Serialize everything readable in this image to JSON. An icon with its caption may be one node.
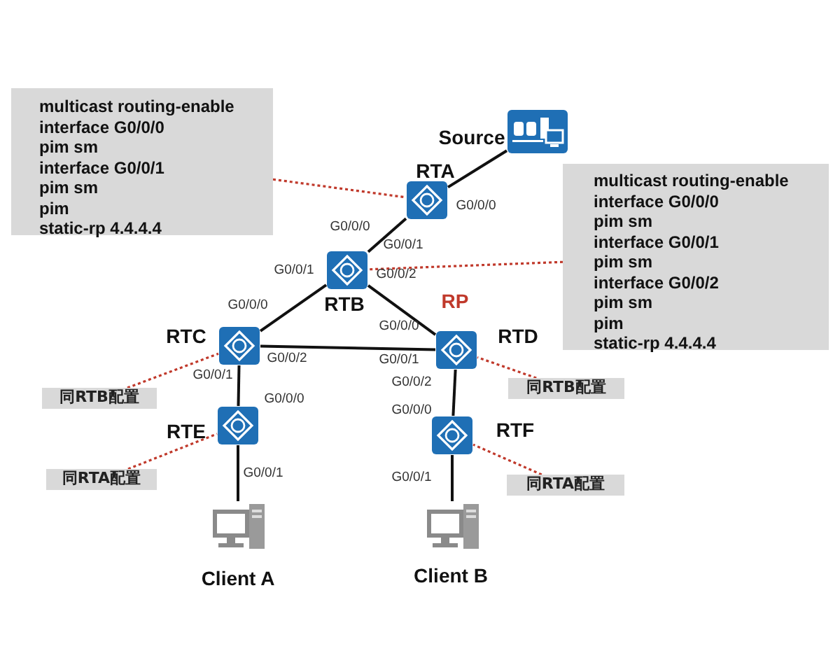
{
  "diagram": {
    "nodes": [
      {
        "text": [
          "multicast routing-enable",
          "interface G0/0/0",
          "pim sm",
          "interface G0/0/1",
          "pim sm",
          "pim",
          "static-rp 4.4.4.4"
        ]
      },
      {
        "text": [],
        "shape": "server",
        "beside": [
          "Source"
        ]
      },
      {
        "text": [],
        "shape": "router",
        "beside": [
          "RTA"
        ]
      },
      {
        "text": [
          "multicast routing-enable",
          "interface G0/0/0",
          "pim sm",
          "interface G0/0/1",
          "pim sm",
          "interface G0/0/2",
          "pim sm",
          "pim",
          "static-rp 4.4.4.4"
        ]
      },
      {
        "text": [],
        "shape": "router",
        "beside": [
          "RTB"
        ]
      },
      {
        "text": [],
        "shape": "router",
        "beside": [
          "RTC"
        ]
      },
      {
        "text": [],
        "shape": "router",
        "beside": [
          "RP",
          "RTD"
        ]
      },
      {
        "text": [],
        "shape": "router",
        "beside": [
          "RTE"
        ]
      },
      {
        "text": [],
        "shape": "router",
        "beside": [
          "RTF"
        ]
      },
      {
        "text": [
          "同RTB配置"
        ]
      },
      {
        "text": [
          "同RTA配置"
        ]
      },
      {
        "text": [
          "同RTB配置"
        ]
      },
      {
        "text": [
          "同RTA配置"
        ]
      },
      {
        "text": [],
        "shape": "computer",
        "beside": [
          "Client A"
        ]
      },
      {
        "text": [],
        "shape": "computer",
        "beside": [
          "Client B"
        ]
      }
    ],
    "edges": [
      {
        "from": 1,
        "to": 2,
        "arrow": "none"
      },
      {
        "from": 2,
        "to": 4,
        "arrow": "none"
      },
      {
        "from": 4,
        "to": 5,
        "arrow": "none"
      },
      {
        "from": 4,
        "to": 6,
        "arrow": "none"
      },
      {
        "from": 5,
        "to": 6,
        "arrow": "none"
      },
      {
        "from": 5,
        "to": 7,
        "arrow": "none"
      },
      {
        "from": 7,
        "to": 13,
        "arrow": "none"
      },
      {
        "from": 6,
        "to": 8,
        "arrow": "none"
      },
      {
        "from": 8,
        "to": 14,
        "arrow": "none"
      },
      {
        "from": 0,
        "to": 2,
        "arrow": "none",
        "style": "dashed",
        "color": "#c0392b"
      },
      {
        "from": 3,
        "to": 4,
        "arrow": "none",
        "style": "dashed",
        "color": "#c0392b"
      },
      {
        "from": 9,
        "to": 5,
        "arrow": "none",
        "style": "dashed",
        "color": "#c0392b"
      },
      {
        "from": 10,
        "to": 7,
        "arrow": "none",
        "style": "dashed",
        "color": "#c0392b"
      },
      {
        "from": 11,
        "to": 6,
        "arrow": "none",
        "style": "dashed",
        "color": "#c0392b"
      },
      {
        "from": 12,
        "to": 8,
        "arrow": "none",
        "style": "dashed",
        "color": "#c0392b"
      }
    ],
    "labels": [
      "G0/0/0",
      "G0/0/0",
      "G0/0/1",
      "G0/0/1",
      "G0/0/2",
      "G0/0/0",
      "G0/0/0",
      "G0/0/2",
      "G0/0/1",
      "G0/0/1",
      "G0/0/2",
      "G0/0/0",
      "G0/0/0",
      "G0/0/1",
      "G0/0/1"
    ]
  }
}
